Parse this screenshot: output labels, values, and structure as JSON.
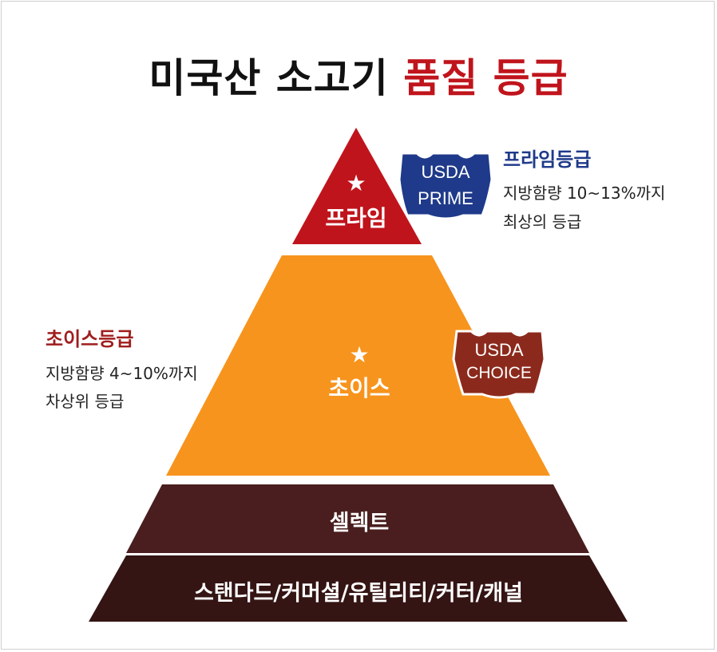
{
  "title": {
    "main": "미국산 소고기",
    "accent": "품질 등급"
  },
  "colors": {
    "prime": "#c0141c",
    "choice": "#f7941d",
    "select": "#4a1e1e",
    "standard": "#351414",
    "usda_prime_badge": "#1f3a8a",
    "usda_choice_badge": "#8b2a1c",
    "prime_desc_title": "#1f3a8a",
    "choice_desc_title": "#a01d1d"
  },
  "pyramid": {
    "prime": {
      "star": "★",
      "label": "프라임"
    },
    "choice": {
      "star": "★",
      "label": "초이스"
    },
    "select": {
      "label": "셀렉트"
    },
    "standard": {
      "label": "스탠다드/커머셜/유틸리티/커터/캐널"
    }
  },
  "badges": {
    "prime": {
      "line1": "USDA",
      "line2": "PRIME"
    },
    "choice": {
      "line1": "USDA",
      "line2": "CHOICE"
    }
  },
  "descriptions": {
    "prime": {
      "title": "프라임등급",
      "line1": "지방함량 10~13%까지",
      "line2": "최상의 등급"
    },
    "choice": {
      "title": "초이스등급",
      "line1": "지방함량 4~10%까지",
      "line2": "차상위 등급"
    }
  }
}
